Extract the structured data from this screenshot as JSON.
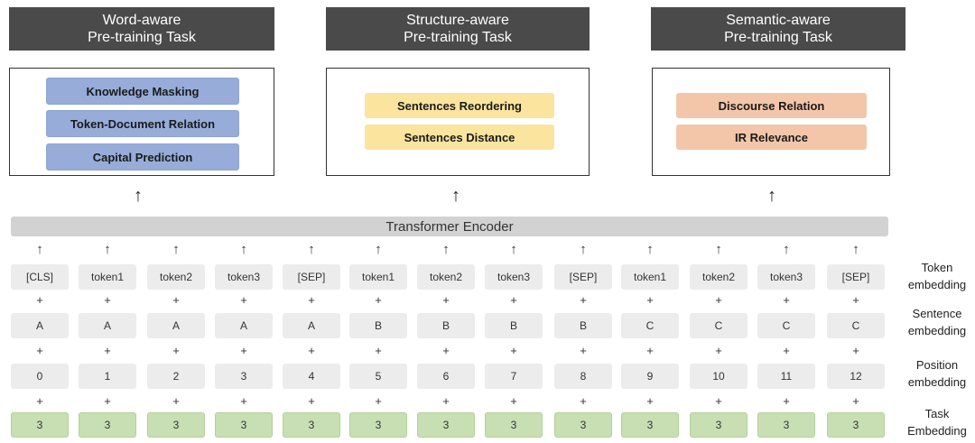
{
  "tasks": [
    {
      "title_line1": "Word-aware",
      "title_line2": "Pre-training Task",
      "items": [
        "Knowledge Masking",
        "Token-Document Relation",
        "Capital Prediction"
      ],
      "color": "#97acd9"
    },
    {
      "title_line1": "Structure-aware",
      "title_line2": "Pre-training Task",
      "items": [
        "Sentences Reordering",
        "Sentences Distance"
      ],
      "color": "#fae49e"
    },
    {
      "title_line1": "Semantic-aware",
      "title_line2": "Pre-training Task",
      "items": [
        "Discourse Relation",
        "IR Relevance"
      ],
      "color": "#f3c6aa"
    }
  ],
  "encoder_label": "Transformer Encoder",
  "arrow_glyph": "↑",
  "plus_glyph": "+",
  "tokens": [
    "[CLS]",
    "token1",
    "token2",
    "token3",
    "[SEP]",
    "token1",
    "token2",
    "token3",
    "[SEP]",
    "token1",
    "token2",
    "token3",
    "[SEP]"
  ],
  "sentences": [
    "A",
    "A",
    "A",
    "A",
    "A",
    "B",
    "B",
    "B",
    "B",
    "C",
    "C",
    "C",
    "C"
  ],
  "positions": [
    "0",
    "1",
    "2",
    "3",
    "4",
    "5",
    "6",
    "7",
    "8",
    "9",
    "10",
    "11",
    "12"
  ],
  "task_ids": [
    "3",
    "3",
    "3",
    "3",
    "3",
    "3",
    "3",
    "3",
    "3",
    "3",
    "3",
    "3",
    "3"
  ],
  "row_labels": {
    "token": [
      "Token",
      "embedding"
    ],
    "sentence": [
      "Sentence",
      "embedding"
    ],
    "position": [
      "Position",
      "embedding"
    ],
    "task": [
      "Task",
      "Embedding"
    ]
  },
  "colors": {
    "header_bg": "#4a4a4a",
    "encoder_bg": "#d2d2d2",
    "cell_bg": "#ececec",
    "task_cell_bg": "#c8dfb3"
  }
}
